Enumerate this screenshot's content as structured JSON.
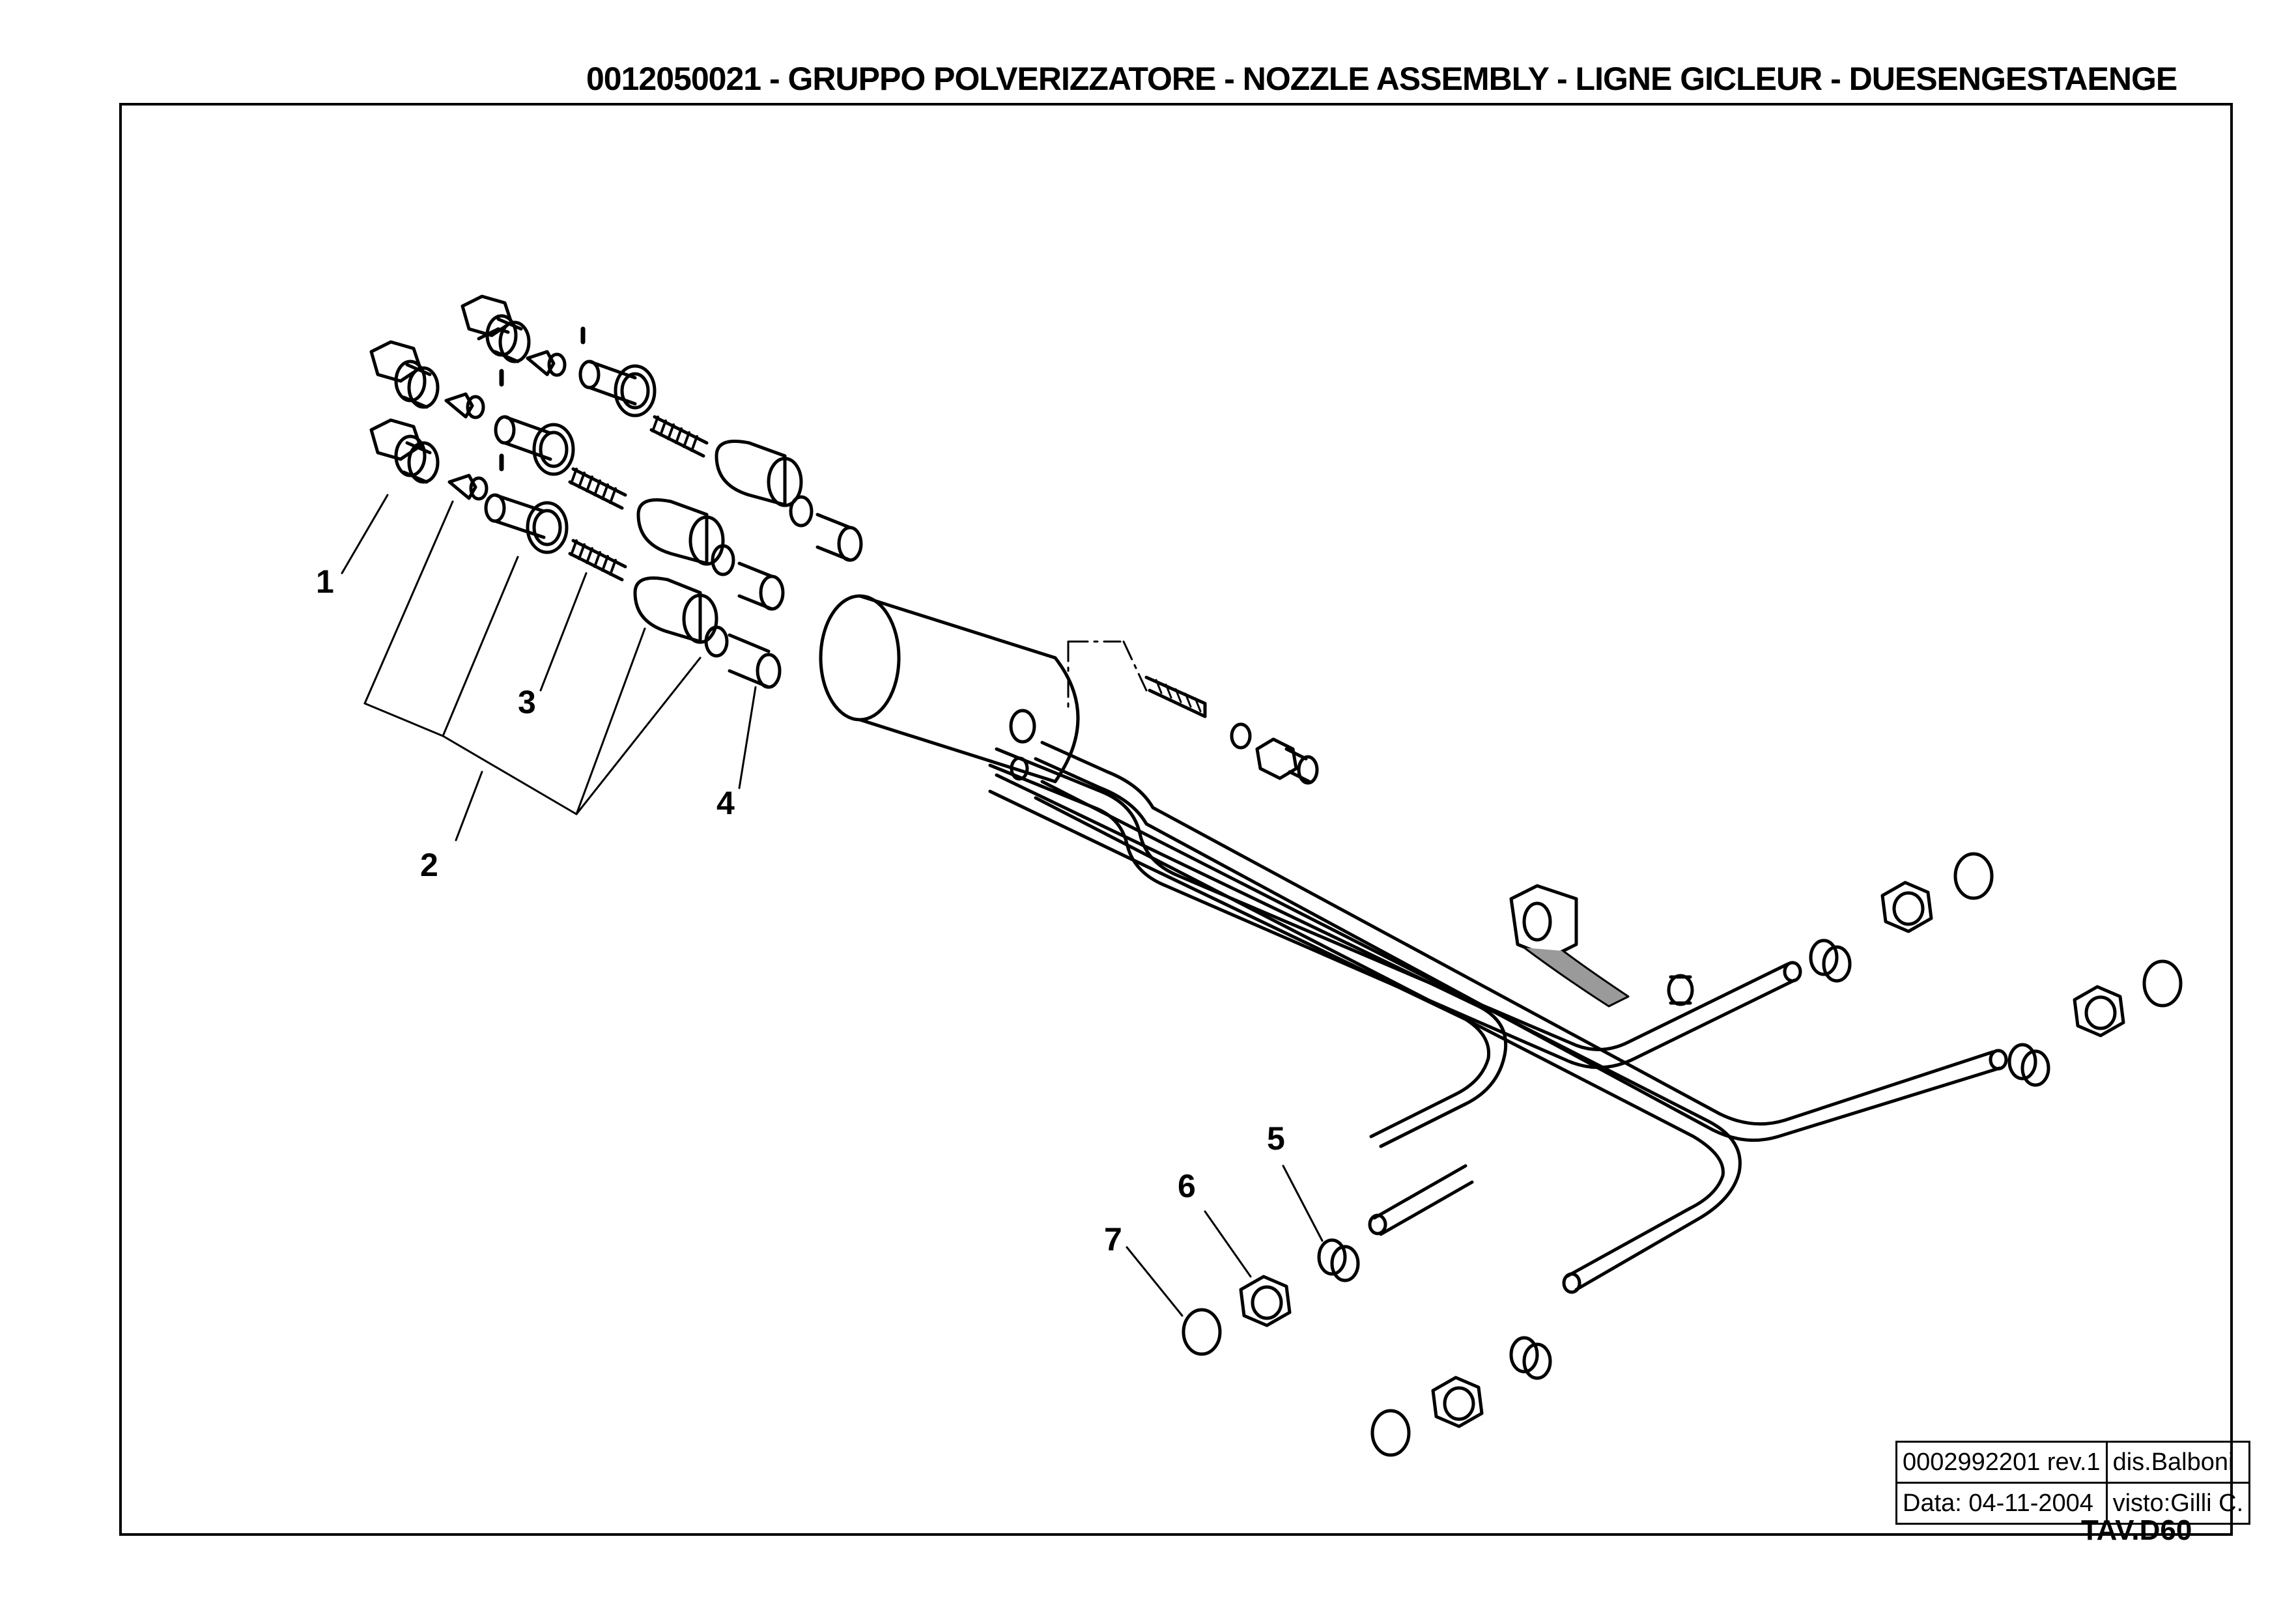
{
  "header": {
    "title": "0012050021 - GRUPPO  POLVERIZZATORE -  NOZZLE ASSEMBLY - LIGNE GICLEUR - DUESENGESTAENGE"
  },
  "callouts": [
    "1",
    "2",
    "3",
    "4",
    "5",
    "6",
    "7"
  ],
  "title_block": {
    "drawing_number": "0002992201 rev.1",
    "drawn_by": "dis.Balboni",
    "date": "Data:  04-11-2004",
    "checked_by": "visto:Gilli C."
  },
  "sheet_id": "TAV.D60",
  "colors": {
    "ink": "#000000",
    "paper": "#ffffff",
    "tape_fill": "#9a9a9a"
  }
}
